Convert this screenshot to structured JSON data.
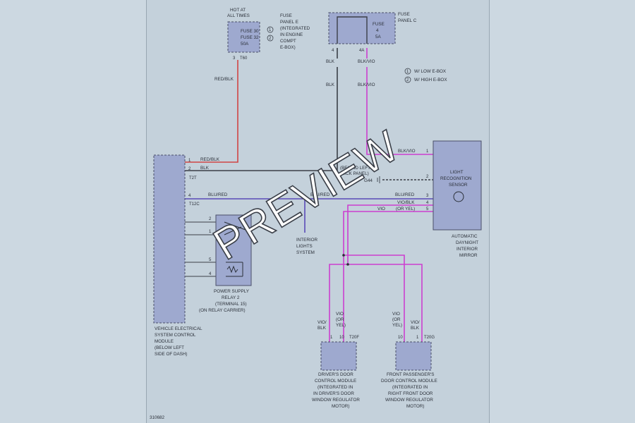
{
  "colors": {
    "background": "#ccd8e1",
    "sheet": "#c4d1db",
    "module_fill": "#9ea9cf",
    "wire_red": "#d04545",
    "wire_black": "#3b3f47",
    "wire_violet": "#cc3fd0",
    "wire_blue": "#5a4ab8"
  },
  "fuse_e": {
    "hot": [
      "HOT AT",
      "ALL TIMES"
    ],
    "fuses": [
      "FUSE 30",
      "FUSE 32",
      "50A"
    ],
    "markers": [
      "1",
      "2"
    ],
    "panel": [
      "FUSE",
      "PANEL E",
      "(INTEGRATED",
      "IN ENGINE",
      "COMPT",
      "E-BOX)"
    ],
    "pin_left": "3",
    "connector": "T60"
  },
  "fuse_c": {
    "panel": [
      "FUSE",
      "PANEL C"
    ],
    "fuse": [
      "FUSE",
      "4",
      "5A"
    ],
    "pins": [
      "4",
      "4A"
    ]
  },
  "wires": {
    "red_blk": "RED/BLK",
    "blk": "BLK",
    "blk_vio": "BLK/VIO",
    "blu_red": "BLU/RED",
    "vio_blk": "VIO/BLK",
    "vio": "VIO",
    "or_yel": "(OR YEL)"
  },
  "legend": [
    {
      "num": "1",
      "text": "W/ LOW E-BOX"
    },
    {
      "num": "2",
      "text": "W/ HIGH E-BOX"
    }
  ],
  "vscm": {
    "label": [
      "VEHICLE ELECTRICAL",
      "SYSTEM CONTROL",
      "MODULE",
      "(BELOW LEFT",
      "SIDE OF DASH)"
    ],
    "pins_top": [
      "1",
      "2"
    ],
    "connector_top": "T2T",
    "pin_mid": "4",
    "connector_mid": "T12C"
  },
  "relay": {
    "label": [
      "POWER SUPPLY",
      "RELAY 2",
      "(TERMINAL 15)",
      "(ON RELAY CARRIER)"
    ],
    "pins": [
      "2",
      "1",
      "5",
      "4"
    ]
  },
  "ground": {
    "label": [
      "(BEHIND LEFT",
      "KICK PANEL)"
    ],
    "id": "G44"
  },
  "sensor": {
    "label": [
      "LIGHT",
      "RECOGNITION",
      "SENSOR"
    ],
    "mirror": [
      "AUTOMATIC",
      "DAYNIGHT",
      "INTERIOR",
      "MIRROR"
    ],
    "pins": [
      "1",
      "2",
      "3",
      "4",
      "5"
    ]
  },
  "interior_lights": [
    "INTERIOR",
    "LIGHTS",
    "SYSTEM"
  ],
  "driver_door": {
    "label": [
      "DRIVER'S DOOR",
      "CONTROL MODULE",
      "(INTEGRATED IN",
      "IN DRIVER'S DOOR",
      "WINDOW REGULATOR",
      "MOTOR)"
    ],
    "connector": "T20F",
    "pin_left": "1",
    "pin_right": "10",
    "wire_left": [
      "VIO/",
      "BLK"
    ],
    "wire_right": [
      "VIO",
      "(OR",
      "YEL)"
    ]
  },
  "passenger_door": {
    "label": [
      "FRONT PASSENGER'S",
      "DOOR CONTROL MODULE",
      "(INTEGRATED IN",
      "RIGHT FRONT DOOR",
      "WINDOW REGULATOR",
      "MOTOR)"
    ],
    "connector": "T20G",
    "pin_left": "10",
    "pin_right": "1",
    "wire_left": [
      "VIO",
      "(OR",
      "YEL)"
    ],
    "wire_right": [
      "VIO/",
      "BLK"
    ]
  },
  "figure_id": "310682",
  "watermark": "PREVIEW"
}
